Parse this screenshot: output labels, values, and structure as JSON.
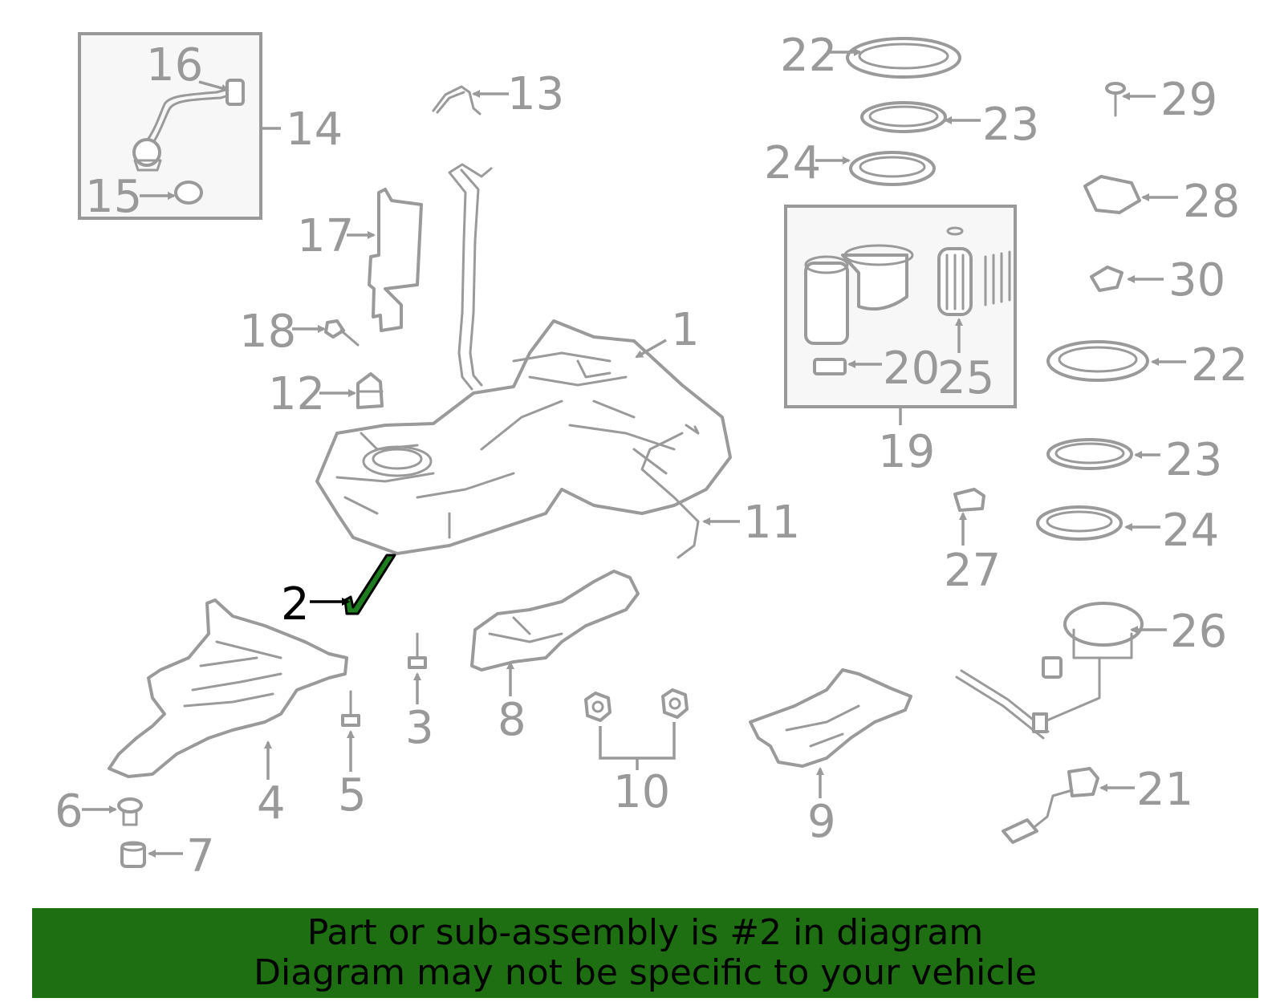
{
  "diagram": {
    "highlighted_part": "2",
    "colors": {
      "highlight": "#1e7d1e",
      "banner": "#1e6e12",
      "line": "#9a9a9a"
    },
    "callouts": {
      "c1": "1",
      "c2": "2",
      "c3": "3",
      "c4": "4",
      "c5": "5",
      "c6": "6",
      "c7": "7",
      "c8": "8",
      "c9": "9",
      "c10": "10",
      "c11": "11",
      "c12": "12",
      "c13": "13",
      "c14": "14",
      "c15": "15",
      "c16": "16",
      "c17": "17",
      "c18": "18",
      "c19": "19",
      "c20": "20",
      "c21": "21",
      "c22a": "22",
      "c22b": "22",
      "c23a": "23",
      "c23b": "23",
      "c24a": "24",
      "c24b": "24",
      "c25": "25",
      "c26": "26",
      "c27": "27",
      "c28": "28",
      "c29": "29",
      "c30": "30"
    }
  },
  "banner": {
    "line1": "Part or sub-assembly is #2 in diagram",
    "line2": "Diagram may not be specific to your vehicle"
  }
}
